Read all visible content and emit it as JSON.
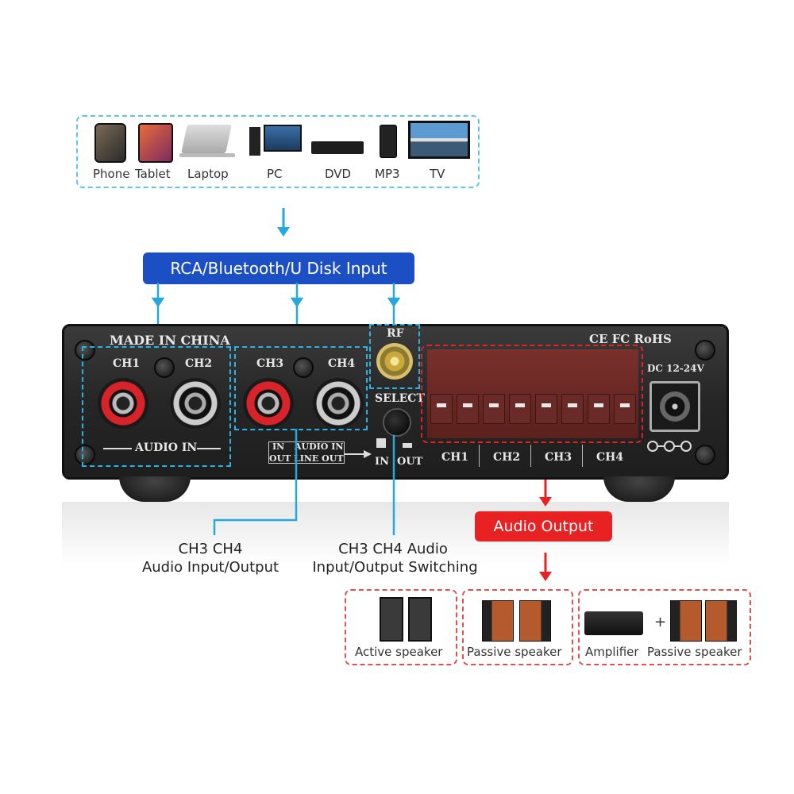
{
  "source_devices": [
    "Phone",
    "Tablet",
    "Laptop",
    "PC",
    "DVD",
    "MP3",
    "TV"
  ],
  "input_banner": "RCA/Bluetooth/U Disk Input",
  "panel": {
    "made_in": "MADE IN CHINA",
    "ch1": "CH1",
    "ch2": "CH2",
    "ch3": "CH3",
    "ch4": "CH4",
    "audio_in": "AUDIO IN",
    "rf": "RF",
    "select": "SELECT",
    "in": "IN",
    "out": "OUT",
    "mode_in": "IN",
    "mode_audio_in": "AUDIO IN",
    "mode_out": "OUT",
    "mode_line_out": "LINE OUT",
    "certs": "CE FC RoHS",
    "dc": "DC 12-24V",
    "terminal_labels": [
      "CH1",
      "CH2",
      "CH3",
      "CH4"
    ]
  },
  "output_banner": "Audio Output",
  "callouts": {
    "left_line1": "CH3 CH4",
    "left_line2": "Audio Input/Output",
    "right_line1": "CH3 CH4 Audio",
    "right_line2": "Input/Output Switching"
  },
  "speakers": {
    "active": "Active speaker",
    "passive": "Passive speaker",
    "amplifier": "Amplifier",
    "plus": "+",
    "passive2": "Passive speaker"
  },
  "colors": {
    "accent_blue": "#1d4fc4",
    "line_blue": "#27a7dc",
    "accent_red": "#e82223",
    "terminal": "#6a2a27"
  }
}
